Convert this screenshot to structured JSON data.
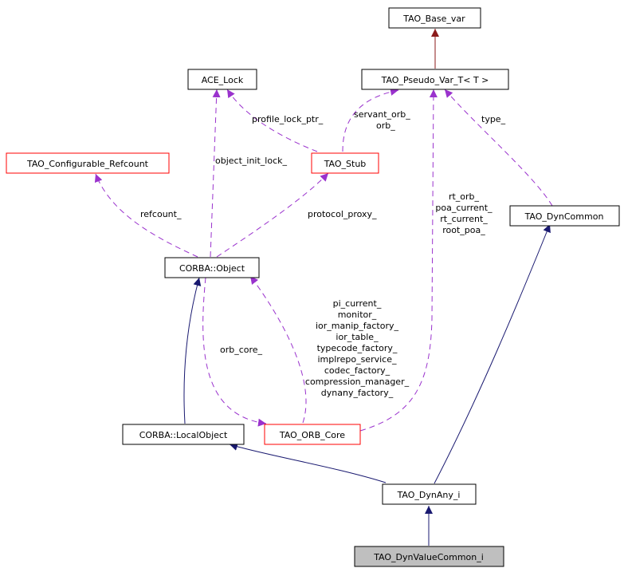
{
  "colors": {
    "plain_border": "#000000",
    "incomplete_border": "#ff0000",
    "focus_fill": "#bfbfbf",
    "inheritance_edge": "#191970",
    "protected_inheritance_edge": "#8b1a1a",
    "usage_edge": "#9a32cd"
  },
  "nodes": {
    "tao_base_var": "TAO_Base_var",
    "tao_pseudo_var_t": "TAO_Pseudo_Var_T< T >",
    "ace_lock": "ACE_Lock",
    "tao_configurable_refcount": "TAO_Configurable_Refcount",
    "tao_stub": "TAO_Stub",
    "tao_dyncommon": "TAO_DynCommon",
    "corba_object": "CORBA::Object",
    "corba_localobject": "CORBA::LocalObject",
    "tao_orb_core": "TAO_ORB_Core",
    "tao_dynany_i": "TAO_DynAny_i",
    "tao_dynvaluecommon_i": "TAO_DynValueCommon_i"
  },
  "edge_labels": {
    "profile_lock_ptr": "profile_lock_ptr_",
    "servant_orb": [
      "servant_orb_",
      "orb_"
    ],
    "type": "type_",
    "object_init_lock": "object_init_lock_",
    "refcount": "refcount_",
    "protocol_proxy": "protocol_proxy_",
    "orb_core_roles": [
      "rt_orb_",
      "poa_current_",
      "rt_current_",
      "root_poa_"
    ],
    "orb_core_members": [
      "pi_current_",
      "monitor_",
      "ior_manip_factory_",
      "ior_table_",
      "typecode_factory_",
      "implrepo_service_",
      "codec_factory_",
      "compression_manager_",
      "dynany_factory_"
    ],
    "orb_core": "orb_core_"
  }
}
